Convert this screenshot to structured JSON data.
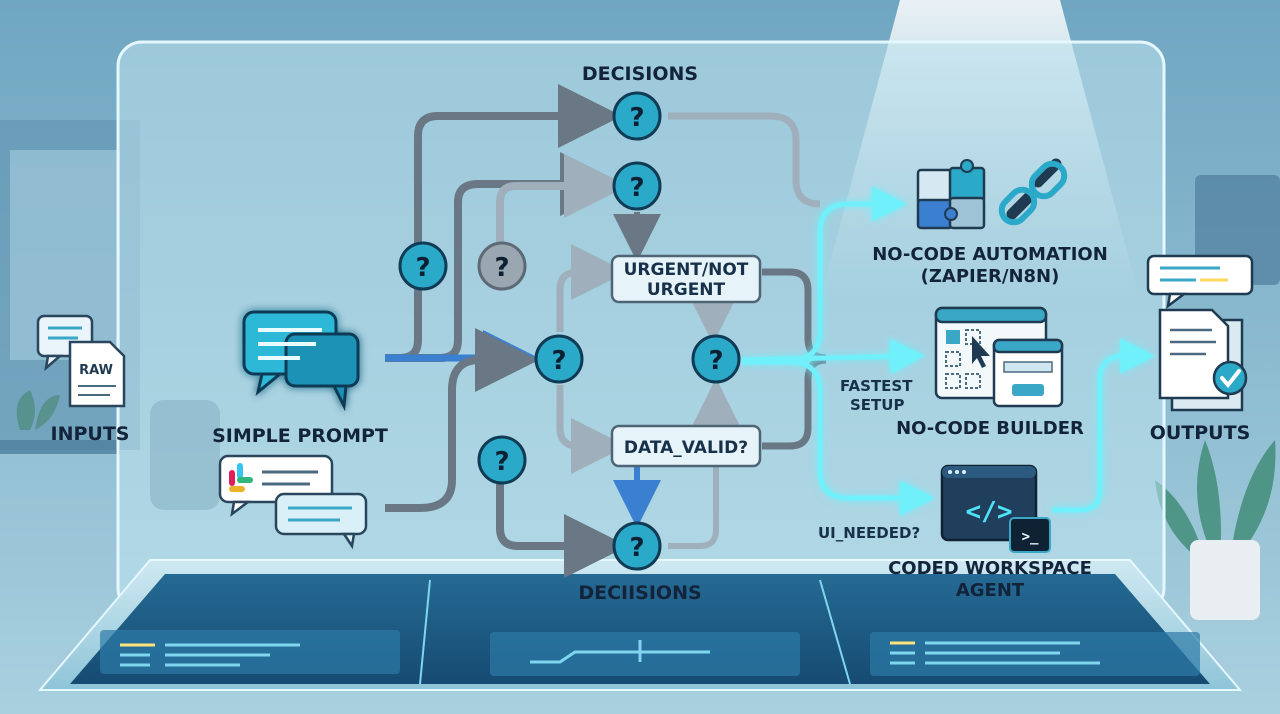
{
  "labels": {
    "inputs": "INPUTS",
    "raw": "RAW",
    "simple_prompt": "SIMPLE PROMPT",
    "decisions_top": "DECISIONS",
    "decisions_bottom": "DECIISIONS",
    "urgent_line1": "URGENT/NOT",
    "urgent_line2": "URGENT",
    "data_valid": "DATA_VALID?",
    "fastest_line1": "FASTEST",
    "fastest_line2": "SETUP",
    "ui_needed": "UI_NEEDED?",
    "nocode_auto_line1": "NO-CODE AUTOMATION",
    "nocode_auto_line2": "(ZAPIER/N8N)",
    "nocode_builder": "NO-CODE BUILDER",
    "coded_line1": "CODED WORKSPACE",
    "coded_line2": "AGENT",
    "outputs": "OUTPUTS",
    "question": "?",
    "terminal": ">_",
    "code": "</>"
  },
  "colors": {
    "accent": "#2aa9c9",
    "glow": "#4fe3f5",
    "arrow_gray": "#6f7f8c",
    "arrow_blue": "#3b7fd0",
    "text": "#12233a"
  },
  "icons": [
    "chat-icon",
    "document-icon",
    "slack-icon",
    "puzzle-icon",
    "link-icon",
    "builder-window-icon",
    "cursor-icon",
    "code-window-icon",
    "terminal-icon",
    "output-document-icon",
    "check-icon"
  ]
}
